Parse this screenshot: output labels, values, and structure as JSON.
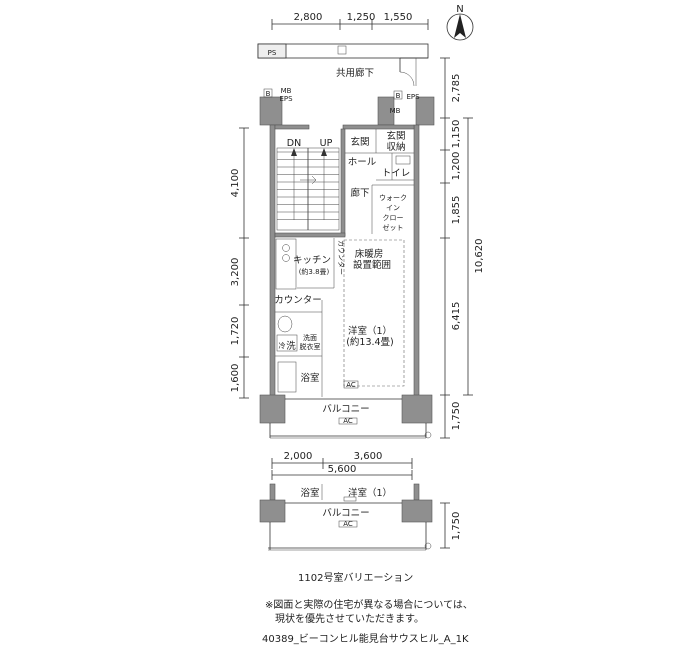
{
  "compass": {
    "label": "N"
  },
  "top_dims": [
    "2,800",
    "1,250",
    "1,550"
  ],
  "right_dims": [
    "2,785",
    "1,150",
    "1,200",
    "1,855",
    "10,620",
    "6,415",
    "1,750"
  ],
  "left_dims": [
    "4,100",
    "3,200",
    "1,720",
    "1,600"
  ],
  "bottom_dims": {
    "left": "2,000",
    "right": "3,600",
    "total": "5,600"
  },
  "rooms": {
    "ps": "PS",
    "corridor": "共用廊下",
    "mb_eps_left": "MB\nEPS",
    "mb_left": "MB",
    "eps_left": "EPS",
    "mb_right": "MB",
    "eps_right": "EPS",
    "b1": "B",
    "b2": "B",
    "dn": "DN",
    "up": "UP",
    "genkan": "玄関",
    "genkan_storage_1": "玄関",
    "genkan_storage_2": "収納",
    "hall": "ホール",
    "toilet": "トイレ",
    "rouka": "廊下",
    "wic": [
      "ウォーク",
      "イン",
      "クロー",
      "ゼット"
    ],
    "counter_v": "カウンター",
    "kitchen_1": "キッチン",
    "kitchen_2": "(約3.8畳)",
    "floor_heat_1": "床暖房",
    "floor_heat_2": "設置範囲",
    "counter_h": "カウンター",
    "youshitsu_1": "洋室（1）",
    "youshitsu_2": "(約13.4畳)",
    "senmen_1": "洗面",
    "senmen_2": "脱衣室",
    "sen": "洗",
    "reizou": "冷",
    "yokushitsu": "浴室",
    "ac1": "AC",
    "balcony": "バルコニー",
    "ac2": "AC"
  },
  "variation": {
    "yokushitsu": "浴室",
    "youshitsu": "洋室（1）",
    "balcony": "バルコニー",
    "ac": "AC",
    "dim": "1,750",
    "caption": "1102号室バリエーション"
  },
  "notes": {
    "line1": "※図面と実際の住宅が異なる場合については、",
    "line2": "現状を優先させていただきます。",
    "code": "40389_ビーコンヒル能見台サウスヒル_A_1K"
  }
}
